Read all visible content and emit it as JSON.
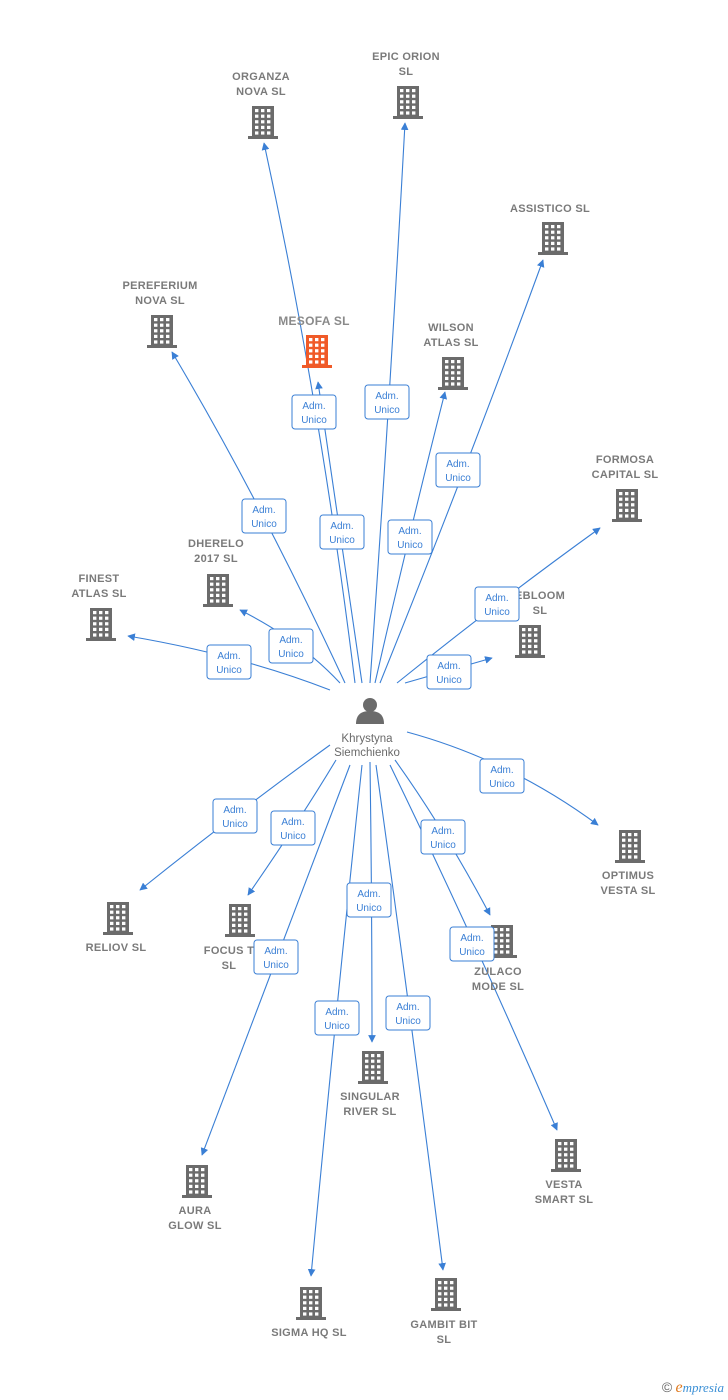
{
  "center": {
    "name_line1": "Khrystyna",
    "name_line2": "Siemchienko"
  },
  "edge_label_line1": "Adm.",
  "edge_label_line2": "Unico",
  "companies": [
    {
      "id": "organza",
      "lines": [
        "ORGANZA",
        "NOVA SL"
      ]
    },
    {
      "id": "epic",
      "lines": [
        "EPIC ORION",
        "SL"
      ]
    },
    {
      "id": "assistico",
      "lines": [
        "ASSISTICO SL"
      ]
    },
    {
      "id": "pereferium",
      "lines": [
        "PEREFERIUM",
        "NOVA SL"
      ]
    },
    {
      "id": "mesofa",
      "lines": [
        "MESOFA SL"
      ],
      "highlight": true
    },
    {
      "id": "wilson",
      "lines": [
        "WILSON",
        "ATLAS SL"
      ]
    },
    {
      "id": "formosa",
      "lines": [
        "FORMOSA",
        "CAPITAL SL"
      ]
    },
    {
      "id": "dherelo",
      "lines": [
        "DHERELO",
        "2017 SL"
      ]
    },
    {
      "id": "finest",
      "lines": [
        "FINEST",
        "ATLAS SL"
      ]
    },
    {
      "id": "ebloom",
      "lines": [
        "EBLOOM",
        "SL"
      ]
    },
    {
      "id": "optimus",
      "lines": [
        "OPTIMUS",
        "VESTA SL"
      ]
    },
    {
      "id": "reliov",
      "lines": [
        "RELIOV SL"
      ]
    },
    {
      "id": "focus",
      "lines": [
        "FOCUS T",
        "SL"
      ]
    },
    {
      "id": "zulaco",
      "lines": [
        "ZULACO",
        "MODE SL"
      ]
    },
    {
      "id": "singular",
      "lines": [
        "SINGULAR",
        "RIVER SL"
      ]
    },
    {
      "id": "vesta",
      "lines": [
        "VESTA",
        "SMART SL"
      ]
    },
    {
      "id": "aura",
      "lines": [
        "AURA",
        "GLOW SL"
      ]
    },
    {
      "id": "sigma",
      "lines": [
        "SIGMA HQ SL"
      ]
    },
    {
      "id": "gambit",
      "lines": [
        "GAMBIT BIT",
        "SL"
      ]
    }
  ],
  "colors": {
    "edge": "#3a7fd5",
    "building": "#6b6b6b",
    "building_highlight": "#f05a28",
    "person": "#6b6b6b"
  },
  "footer": {
    "copyright": "©",
    "brand_initial": "e",
    "brand_rest": "mpresia"
  }
}
